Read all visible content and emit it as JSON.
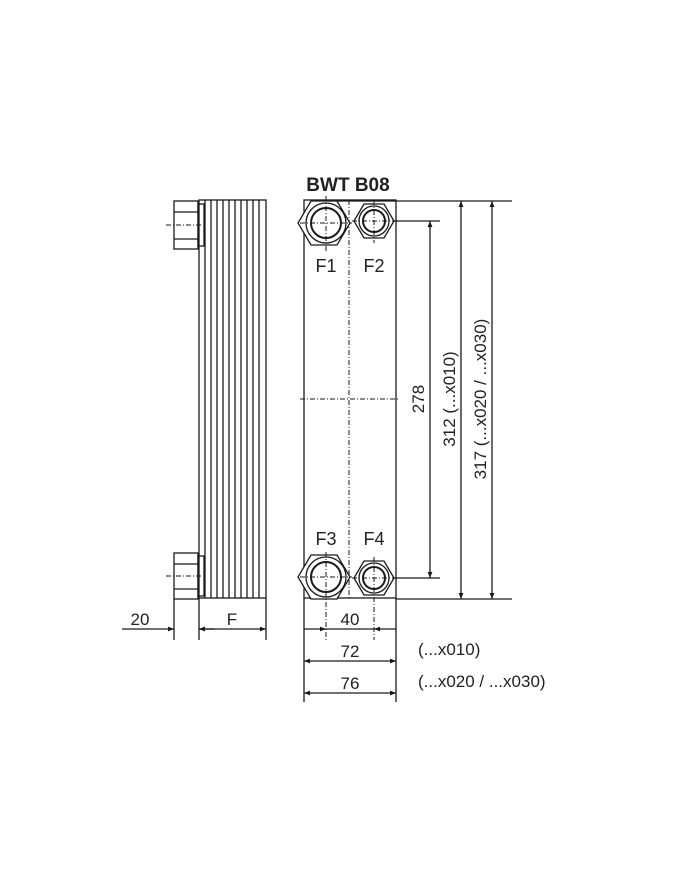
{
  "title": "BWT B08",
  "side_view": {
    "left_dim": "20",
    "right_dim": "F"
  },
  "front_view": {
    "ports": [
      "F1",
      "F2",
      "F3",
      "F4"
    ],
    "width_dims": [
      {
        "value": "40",
        "note": ""
      },
      {
        "value": "72",
        "note": "(...x010)"
      },
      {
        "value": "76",
        "note": "(...x020 / ...x030)"
      }
    ],
    "height_dims": [
      {
        "value": "278"
      },
      {
        "value": "312 (...x010)"
      },
      {
        "value": "317 (...x020 / ...x030)"
      }
    ]
  },
  "colors": {
    "line": "#1a1a1a",
    "text": "#222222",
    "background": "#ffffff"
  }
}
